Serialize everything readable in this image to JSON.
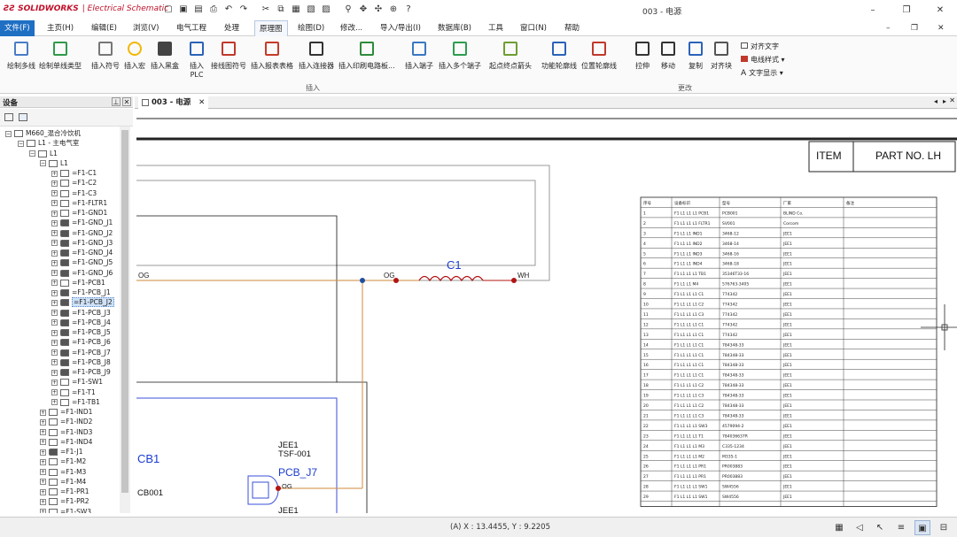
{
  "app": {
    "brand": "SOLIDWORKS",
    "product": "Electrical Schematic",
    "window_title": "003 - 电源"
  },
  "quick_access": [
    "new-icon",
    "open-icon",
    "save-icon",
    "print-icon",
    "undo-icon",
    "redo-icon",
    "cut-icon",
    "copy-icon",
    "paste-icon",
    "format-icon",
    "properties-icon",
    "zoom-icon",
    "pan-icon",
    "move-icon",
    "settings-icon",
    "help-icon"
  ],
  "window_controls": {
    "minimize": "–",
    "restore": "❐",
    "close": "✕"
  },
  "menus": [
    "文件(F)",
    "主页(H)",
    "编辑(E)",
    "浏览(V)",
    "电气工程",
    "处理",
    "原理图",
    "绘图(D)",
    "修改...",
    "导入/导出(I)",
    "数据库(B)",
    "工具",
    "窗口(N)",
    "帮助"
  ],
  "active_menu": "原理图",
  "ribbon": {
    "buttons": [
      {
        "label": "绘制多线",
        "icon": "multiwire-icon"
      },
      {
        "label": "绘制单线类型",
        "icon": "single-wire-icon"
      },
      {
        "label": "插入符号",
        "icon": "insert-symbol-icon"
      },
      {
        "label": "插入宏",
        "icon": "star-icon"
      },
      {
        "label": "插入黑盒",
        "icon": "blackbox-icon"
      },
      {
        "label": "插入",
        "label2": "PLC",
        "icon": "plc-icon"
      },
      {
        "label": "接线图符号",
        "icon": "terminal-strip-icon"
      },
      {
        "label": "插入报表表格",
        "icon": "report-table-icon"
      },
      {
        "label": "插入连接器",
        "icon": "connector-icon"
      },
      {
        "label": "插入印刷电路板...",
        "icon": "pcb-icon"
      },
      {
        "label": "插入端子",
        "icon": "terminal-icon"
      },
      {
        "label": "插入多个端子",
        "icon": "multi-terminal-icon"
      },
      {
        "label": "起点终点箭头",
        "icon": "arrows-icon"
      },
      {
        "label": "功能轮廓线",
        "icon": "function-outline-icon"
      },
      {
        "label": "位置轮廓线",
        "icon": "location-outline-icon"
      },
      {
        "label": "拉伸",
        "icon": "stretch-icon"
      },
      {
        "label": "移动",
        "icon": "move-arrow-icon"
      },
      {
        "label": "复制",
        "icon": "copy-block-icon"
      },
      {
        "label": "对齐块",
        "icon": "align-block-icon"
      }
    ],
    "small_buttons": [
      "对齐文字",
      "电线样式",
      "文字显示"
    ],
    "group_insert": "插入",
    "group_modify": "更改"
  },
  "panel": {
    "title": "设备",
    "pin": "⊥",
    "close": "✕",
    "tree": {
      "root": "M660_混合冷饮机",
      "l1": "L1 - 主电气室",
      "l1_sub": "L1",
      "l1_sub2": "L1",
      "items_l1": [
        "=F1-C1",
        "=F1-C2",
        "=F1-C3",
        "=F1-FLTR1",
        "=F1-GND1",
        "=F1-GND_J1",
        "=F1-GND_J2",
        "=F1-GND_J3",
        "=F1-GND_J4",
        "=F1-GND_J5",
        "=F1-GND_J6",
        "=F1-PCB1",
        "=F1-PCB_J1",
        "=F1-PCB_J2",
        "=F1-PCB_J3",
        "=F1-PCB_J4",
        "=F1-PCB_J5",
        "=F1-PCB_J6",
        "=F1-PCB_J7",
        "=F1-PCB_J8",
        "=F1-PCB_J9",
        "=F1-SW1",
        "=F1-T1",
        "=F1-TB1"
      ],
      "items_top": [
        "=F1-IND1",
        "=F1-IND2",
        "=F1-IND3",
        "=F1-IND4",
        "=F1-J1",
        "=F1-M2",
        "=F1-M3",
        "=F1-M4",
        "=F1-PR1",
        "=F1-PR2",
        "=F1-SW3"
      ],
      "selected": "=F1-PCB_J2"
    }
  },
  "doc_tab": {
    "label": "003 - 电源",
    "close": "✕"
  },
  "schematic": {
    "item_header": "ITEM",
    "part_header": "PART NO. LH",
    "wire_left": "OG",
    "wire_mid": "OG",
    "wire_right": "WH",
    "coil": "C1",
    "cb_label": "CB1",
    "cb_part": "CB001",
    "pcb_mfr": "JEE1",
    "pcb_part": "TSF-001",
    "pcb_tag": "PCB_J7",
    "pcb_pin": "OG",
    "pcb_mfr2": "JEE1",
    "bom_headers": [
      "序号",
      "设备标识",
      "型号",
      "厂家",
      "备注"
    ],
    "bom_rows": [
      [
        "1",
        "F1 L1 L1 L1 PCB1",
        "PCB001",
        "BLIND Co.",
        ""
      ],
      [
        "2",
        "F1 L1 L1 L1 FLTR1",
        "SV001",
        "Corcom",
        ""
      ],
      [
        "3",
        "F1 L1 L1 IND1",
        "3468-12",
        "JEE1",
        ""
      ],
      [
        "4",
        "F1 L1 L1 IND2",
        "3468-14",
        "JEE1",
        ""
      ],
      [
        "5",
        "F1 L1 L1 IND3",
        "3468-16",
        "JEE1",
        ""
      ],
      [
        "6",
        "F1 L1 L1 IND4",
        "3468-18",
        "JEE1",
        ""
      ],
      [
        "7",
        "F1 L1 L1 L1 TB1",
        "35346T33-16",
        "JEE1",
        ""
      ],
      [
        "8",
        "F1 L1 L1 M4",
        "576763-3405",
        "JEE1",
        ""
      ],
      [
        "9",
        "F1 L1 L1 L1 C1",
        "774342",
        "JEE1",
        ""
      ],
      [
        "10",
        "F1 L1 L1 L1 C2",
        "774342",
        "JEE1",
        ""
      ],
      [
        "11",
        "F1 L1 L1 L1 C3",
        "774342",
        "JEE1",
        ""
      ],
      [
        "12",
        "F1 L1 L1 L1 C1",
        "774342",
        "JEE1",
        ""
      ],
      [
        "13",
        "F1 L1 L1 L1 C1",
        "774342",
        "JEE1",
        ""
      ],
      [
        "14",
        "F1 L1 L1 L1 C1",
        "784348-33",
        "JEE1",
        ""
      ],
      [
        "15",
        "F1 L1 L1 L1 C1",
        "784348-33",
        "JEE1",
        ""
      ],
      [
        "16",
        "F1 L1 L1 L1 C1",
        "784348-33",
        "JEE1",
        ""
      ],
      [
        "17",
        "F1 L1 L1 L1 C1",
        "784348-33",
        "JEE1",
        ""
      ],
      [
        "18",
        "F1 L1 L1 L1 C2",
        "784348-33",
        "JEE1",
        ""
      ],
      [
        "19",
        "F1 L1 L1 L1 C3",
        "784348-33",
        "JEE1",
        ""
      ],
      [
        "20",
        "F1 L1 L1 L1 C2",
        "784348-33",
        "JEE1",
        ""
      ],
      [
        "21",
        "F1 L1 L1 L1 C3",
        "784348-33",
        "JEE1",
        ""
      ],
      [
        "22",
        "F1 L1 L1 L1 SW3",
        "4579094-2",
        "JEE1",
        ""
      ],
      [
        "23",
        "F1 L1 L1 L1 T1",
        "784036637R",
        "JEE1",
        ""
      ],
      [
        "24",
        "F1 L1 L1 L1 M3",
        "C335-1234",
        "JEE1",
        ""
      ],
      [
        "25",
        "F1 L1 L1 L1 M2",
        "M335-1",
        "JEE1",
        ""
      ],
      [
        "26",
        "F1 L1 L1 L1 PR1",
        "PR003883",
        "JEE1",
        ""
      ],
      [
        "27",
        "F1 L1 L1 L1 PR1",
        "PR003883",
        "JEE1",
        ""
      ],
      [
        "28",
        "F1 L1 L1 L1 SW1",
        "SW4556",
        "JEE1",
        ""
      ],
      [
        "29",
        "F1 L1 L1 L1 SW1",
        "SW4556",
        "JEE1",
        ""
      ]
    ]
  },
  "status": {
    "coords": "(A) X : 13.4455, Y : 9.2205"
  },
  "status_buttons": [
    "grid-icon",
    "snap-icon",
    "cursor-icon",
    "lines-icon",
    "select-icon",
    "ortho-icon"
  ],
  "colors": {
    "accent": "#1f6fc3",
    "wire_orange": "#d08a3a",
    "wire_blue": "#3a4fd8",
    "dot_red": "#b01515",
    "dot_blue": "#1f4fa0",
    "label_blue": "#1a3cd0"
  }
}
